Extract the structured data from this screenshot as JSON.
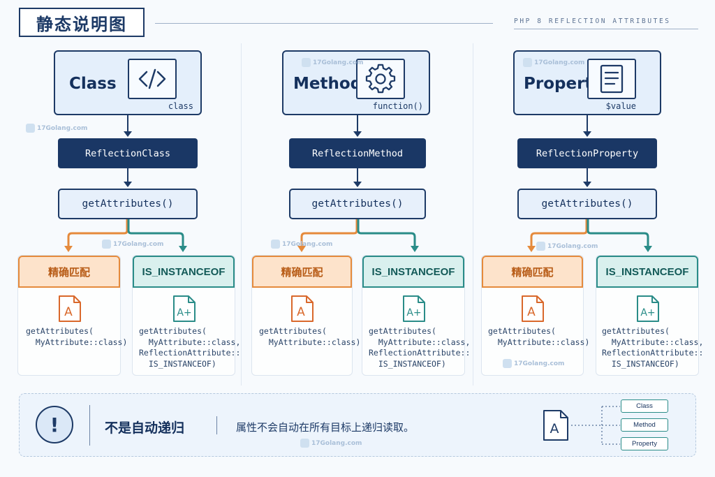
{
  "header": {
    "title": "静态说明图",
    "subtitle": "PHP 8 REFLECTION ATTRIBUTES"
  },
  "columns": [
    {
      "title": "Class",
      "icon": "code-icon",
      "caption": "class",
      "reflection": "ReflectionClass",
      "method": "getAttributes()",
      "exact_label": "精确匹配",
      "instanceof_label": "IS_INSTANCEOF",
      "exact_code": "getAttributes(\n  MyAttribute::class)",
      "instanceof_code": "getAttributes(\n  MyAttribute::class,\nReflectionAttribute::\n  IS_INSTANCEOF)"
    },
    {
      "title": "Method",
      "icon": "gear-icon",
      "caption": "function()",
      "reflection": "ReflectionMethod",
      "method": "getAttributes()",
      "exact_label": "精确匹配",
      "instanceof_label": "IS_INSTANCEOF",
      "exact_code": "getAttributes(\n  MyAttribute::class)",
      "instanceof_code": "getAttributes(\n  MyAttribute::class,\nReflectionAttribute::\n  IS_INSTANCEOF)"
    },
    {
      "title": "Property",
      "icon": "document-lines-icon",
      "caption": "$value",
      "reflection": "ReflectionProperty",
      "method": "getAttributes()",
      "exact_label": "精确匹配",
      "instanceof_label": "IS_INSTANCEOF",
      "exact_code": "getAttributes(\n  MyAttribute::class)",
      "instanceof_code": "getAttributes(\n  MyAttribute::class,\nReflectionAttribute::\n  IS_INSTANCEOF)"
    }
  ],
  "note": {
    "title": "不是自动递归",
    "text": "属性不会自动在所有目标上递归读取。",
    "tags": [
      "Class",
      "Method",
      "Property"
    ]
  },
  "watermark": "17Golang.com",
  "colors": {
    "navy": "#1a3765",
    "exact_orange": "#e58a3c",
    "instanceof_teal": "#2a8c88",
    "source_fill": "#e4effb"
  }
}
